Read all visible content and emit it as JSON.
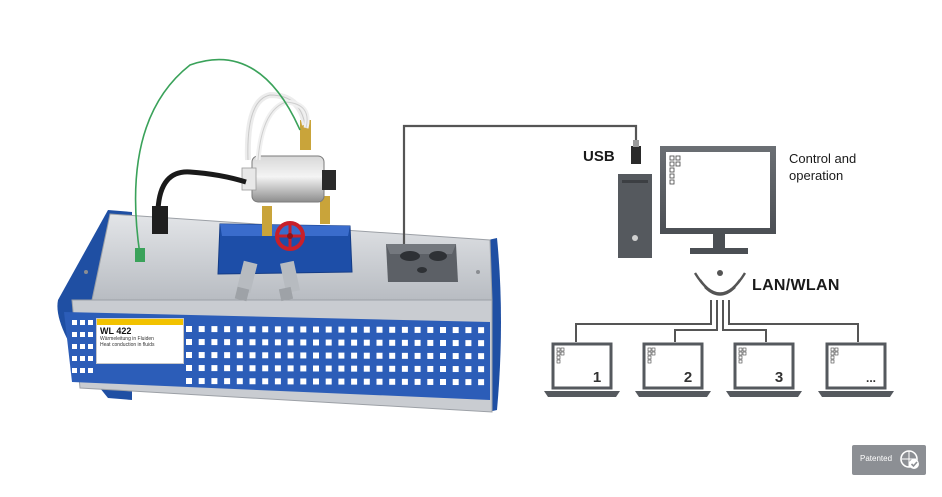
{
  "labels": {
    "usb": "USB",
    "control": "Control and operation",
    "network": "LAN/WLAN"
  },
  "unit": {
    "model": "WL 422",
    "subtitle_line1": "Wärmeleitung in Fluiden",
    "subtitle_line2": "Heat conduction in fluids"
  },
  "laptops": [
    "1",
    "2",
    "3",
    "..."
  ],
  "badge": {
    "text": "Patented"
  },
  "colors": {
    "frame_blue": "#1f4fa3",
    "panel_blue": "#2c5db8",
    "housing_grey": "#c9ccd1",
    "line_grey": "#555555",
    "plate_yellow": "#f2c200",
    "valve_red": "#c8202a",
    "cable_green": "#3aa25a"
  }
}
